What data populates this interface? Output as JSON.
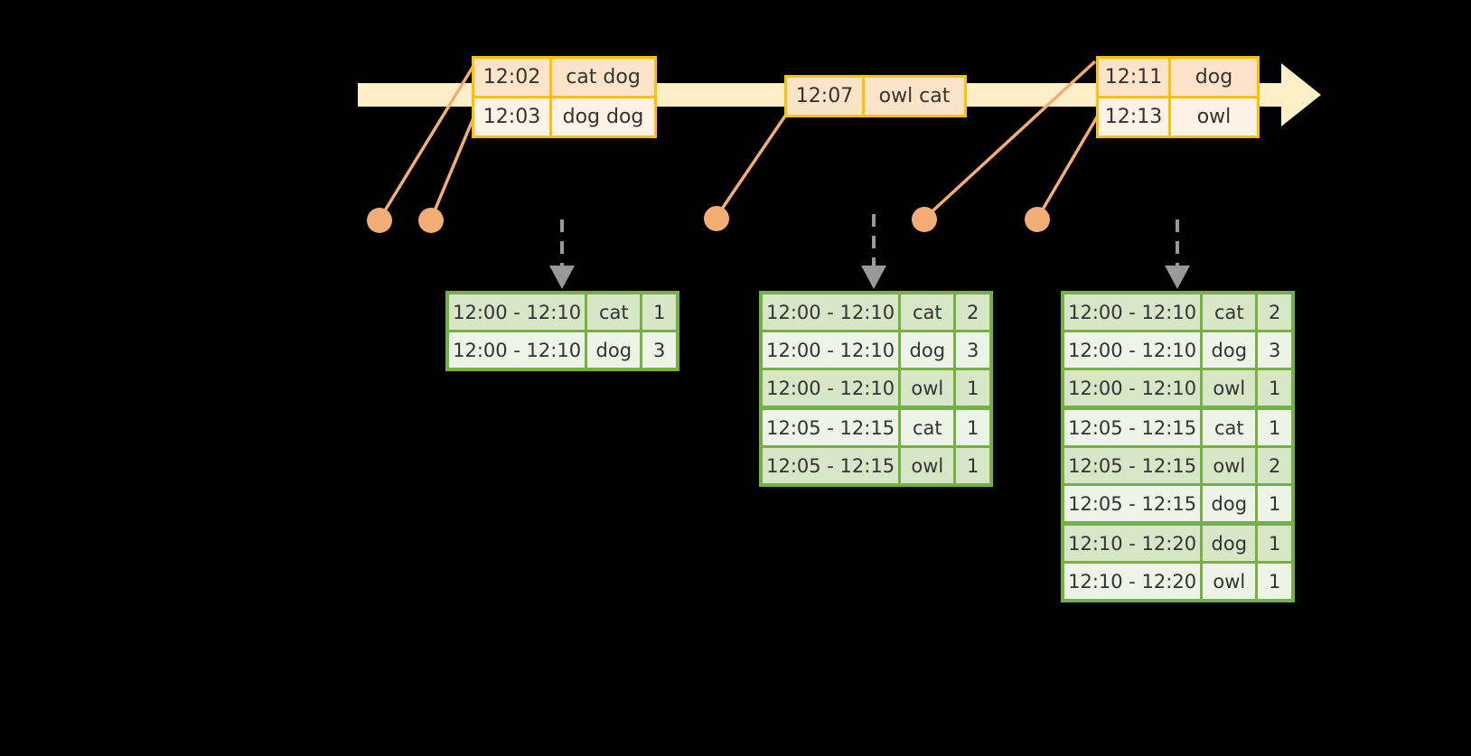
{
  "diagram": {
    "title": "windowed-word-count-timeline",
    "colors": {
      "background": "#000000",
      "timeline_fill": "#FDEFC8",
      "event_border": "#FFC107",
      "event_fill_dark": "#FDE3C8",
      "event_fill_light": "#FEF2E6",
      "connector": "#F2AE74",
      "dot": "#F2AE74",
      "table_border": "#76B043",
      "table_fill_dark": "#D8E6C8",
      "table_fill_light": "#EDF3E6",
      "dashed_arrow": "#999999",
      "text": "#333333"
    }
  },
  "timeline": {
    "name": "event-time-axis",
    "arrow_direction": "right"
  },
  "event_groups": [
    {
      "name": "event-group-1",
      "rows": [
        {
          "time": "12:02",
          "words": "cat dog"
        },
        {
          "time": "12:03",
          "words": "dog dog"
        }
      ]
    },
    {
      "name": "event-group-2",
      "rows": [
        {
          "time": "12:07",
          "words": "owl cat"
        }
      ]
    },
    {
      "name": "event-group-3",
      "rows": [
        {
          "time": "12:11",
          "words": "dog"
        },
        {
          "time": "12:13",
          "words": "owl"
        }
      ]
    }
  ],
  "result_tables": [
    {
      "name": "result-table-1",
      "rows": [
        {
          "window": "12:00 - 12:10",
          "key": "cat",
          "count": "1"
        },
        {
          "window": "12:00 - 12:10",
          "key": "dog",
          "count": "3"
        }
      ]
    },
    {
      "name": "result-table-2",
      "rows": [
        {
          "window": "12:00 - 12:10",
          "key": "cat",
          "count": "2"
        },
        {
          "window": "12:00 - 12:10",
          "key": "dog",
          "count": "3"
        },
        {
          "window": "12:00 - 12:10",
          "key": "owl",
          "count": "1"
        },
        {
          "window": "12:05 - 12:15",
          "key": "cat",
          "count": "1"
        },
        {
          "window": "12:05 - 12:15",
          "key": "owl",
          "count": "1"
        }
      ]
    },
    {
      "name": "result-table-3",
      "rows": [
        {
          "window": "12:00 - 12:10",
          "key": "cat",
          "count": "2"
        },
        {
          "window": "12:00 - 12:10",
          "key": "dog",
          "count": "3"
        },
        {
          "window": "12:00 - 12:10",
          "key": "owl",
          "count": "1"
        },
        {
          "window": "12:05 - 12:15",
          "key": "cat",
          "count": "1"
        },
        {
          "window": "12:05 - 12:15",
          "key": "owl",
          "count": "2"
        },
        {
          "window": "12:05 - 12:15",
          "key": "dog",
          "count": "1"
        },
        {
          "window": "12:10 - 12:20",
          "key": "dog",
          "count": "1"
        },
        {
          "window": "12:10 - 12:20",
          "key": "owl",
          "count": "1"
        }
      ]
    }
  ]
}
